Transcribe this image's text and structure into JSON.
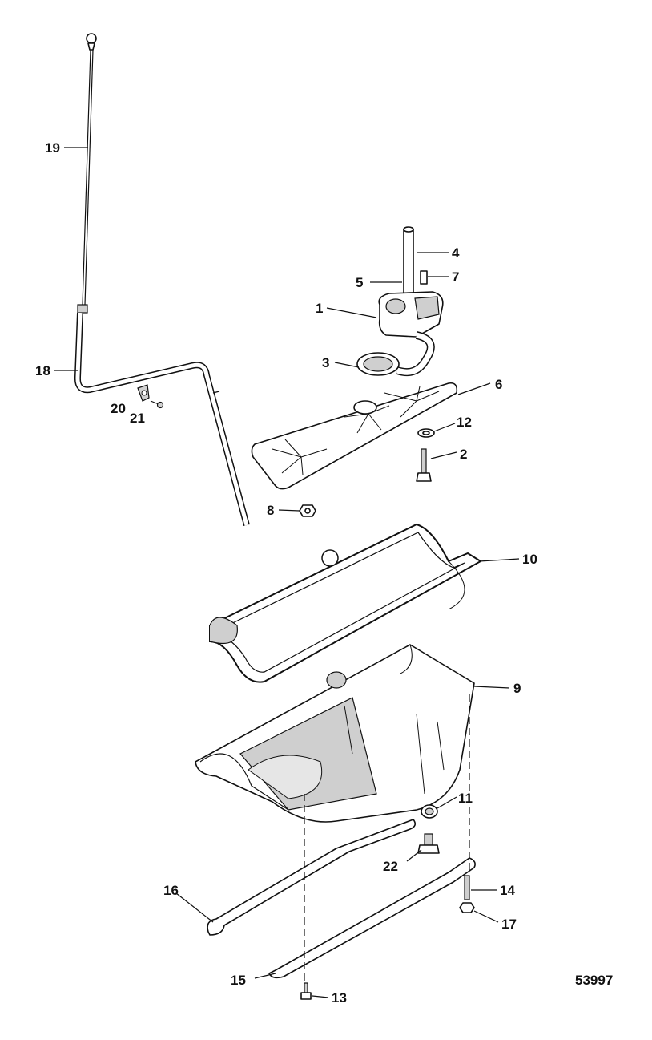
{
  "diagram": {
    "figure_number": "53997",
    "callouts": [
      "1",
      "2",
      "3",
      "4",
      "5",
      "6",
      "7",
      "8",
      "9",
      "10",
      "11",
      "12",
      "13",
      "14",
      "15",
      "16",
      "17",
      "18",
      "19",
      "20",
      "21",
      "22"
    ]
  }
}
